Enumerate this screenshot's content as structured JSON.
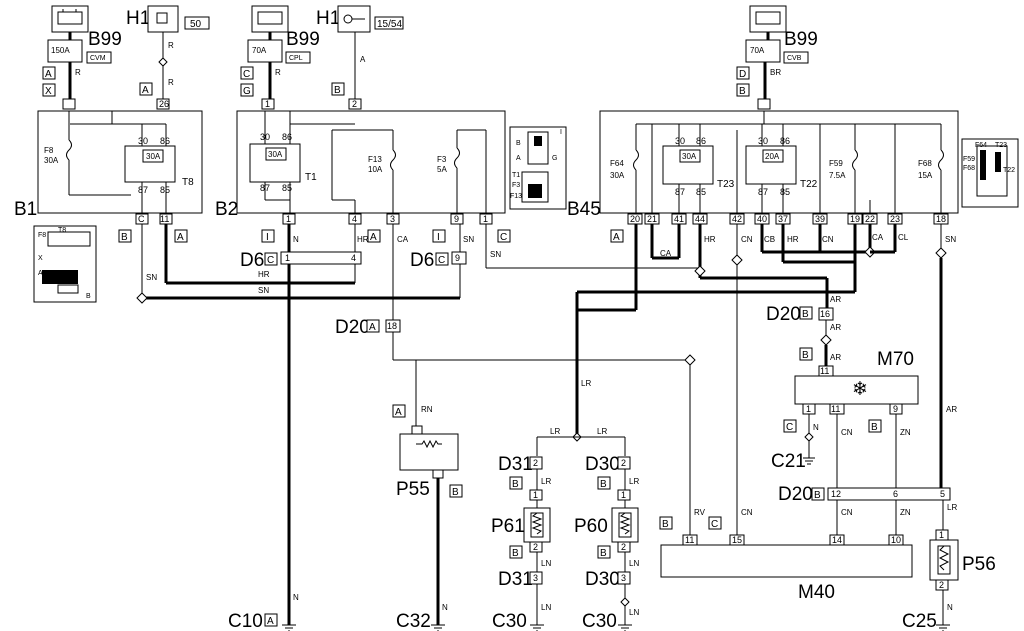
{
  "components": {
    "B99_1": {
      "name": "B99",
      "fuse": "150A",
      "code": "CVM"
    },
    "H1_1": {
      "name": "H1",
      "ref": "50"
    },
    "B99_2": {
      "name": "B99",
      "fuse": "70A",
      "code": "CPL"
    },
    "H1_2": {
      "name": "H1",
      "ref": "15/54"
    },
    "B99_3": {
      "name": "B99",
      "fuse": "70A",
      "code": "CVB"
    },
    "B1": {
      "name": "B1",
      "fuse_name": "F8",
      "fuse_val": "30A",
      "relay_val": "30A",
      "relay": "T8"
    },
    "B2": {
      "name": "B2",
      "relay_val": "30A",
      "relay": "T1",
      "fuse1_name": "F13",
      "fuse1_val": "10A",
      "fuse2_name": "F3",
      "fuse2_val": "5A"
    },
    "B45": {
      "name": "B45",
      "fuse1_name": "F64",
      "fuse1_val": "30A",
      "relay1_val": "30A",
      "relay1": "T23",
      "relay2_val": "20A",
      "relay2": "T22",
      "fuse2_name": "F59",
      "fuse2_val": "7.5A",
      "fuse3_name": "F68",
      "fuse3_val": "15A"
    },
    "D6_1": {
      "name": "D6",
      "conn": "C"
    },
    "D6_2": {
      "name": "D6",
      "conn": "C"
    },
    "D20_1": {
      "name": "D20",
      "conn": "A",
      "pin": "18"
    },
    "D20_2": {
      "name": "D20",
      "conn": "B",
      "pin": "16"
    },
    "D20_3": {
      "name": "D20",
      "conn": "B"
    },
    "M70": {
      "name": "M70"
    },
    "C21": {
      "name": "C21"
    },
    "P55": {
      "name": "P55",
      "conn": "B"
    },
    "D31_1": {
      "name": "D31"
    },
    "D30_1": {
      "name": "D30"
    },
    "P61": {
      "name": "P61"
    },
    "P60": {
      "name": "P60"
    },
    "D31_2": {
      "name": "D31"
    },
    "D30_2": {
      "name": "D30"
    },
    "M40": {
      "name": "M40"
    },
    "P56": {
      "name": "P56"
    },
    "C10": {
      "name": "C10",
      "conn": "A"
    },
    "C32": {
      "name": "C32"
    },
    "C30_1": {
      "name": "C30"
    },
    "C30_2": {
      "name": "C30"
    },
    "C25": {
      "name": "C25"
    }
  },
  "wires": {
    "R": "R",
    "A": "A",
    "BR": "BR",
    "N": "N",
    "HR": "HR",
    "SN": "SN",
    "CA": "CA",
    "CN": "CN",
    "CB": "CB",
    "CL": "CL",
    "AR": "AR",
    "LR": "LR",
    "RN": "RN",
    "RV": "RV",
    "ZN": "ZN",
    "LN": "LN"
  },
  "pins": {
    "p1": "1",
    "p2": "2",
    "p3": "3",
    "p4": "4",
    "p5": "5",
    "p6": "6",
    "p9": "9",
    "p10": "10",
    "p11": "11",
    "p12": "12",
    "p14": "14",
    "p15": "15",
    "p16": "16",
    "p18": "18",
    "p19": "19",
    "p20": "20",
    "p21": "21",
    "p22": "22",
    "p23": "23",
    "p26": "26",
    "p30": "30",
    "p37": "37",
    "p39": "39",
    "p40": "40",
    "p41": "41",
    "p42": "42",
    "p44": "44",
    "p85": "85",
    "p86": "86",
    "p87": "87"
  },
  "conns": {
    "A": "A",
    "B": "B",
    "C": "C",
    "D": "D",
    "G": "G",
    "I": "I",
    "X": "X"
  },
  "mini": {
    "m1": "F8",
    "m2": "T8",
    "m3": "X",
    "m4": "A",
    "m5": "B",
    "m6": "I",
    "m7": "B",
    "m8": "A",
    "m9": "G",
    "m10": "T1",
    "m11": "F3",
    "m12": "F13",
    "m13": "F64",
    "m14": "T23",
    "m15": "F59",
    "m16": "F68",
    "m17": "T22"
  }
}
